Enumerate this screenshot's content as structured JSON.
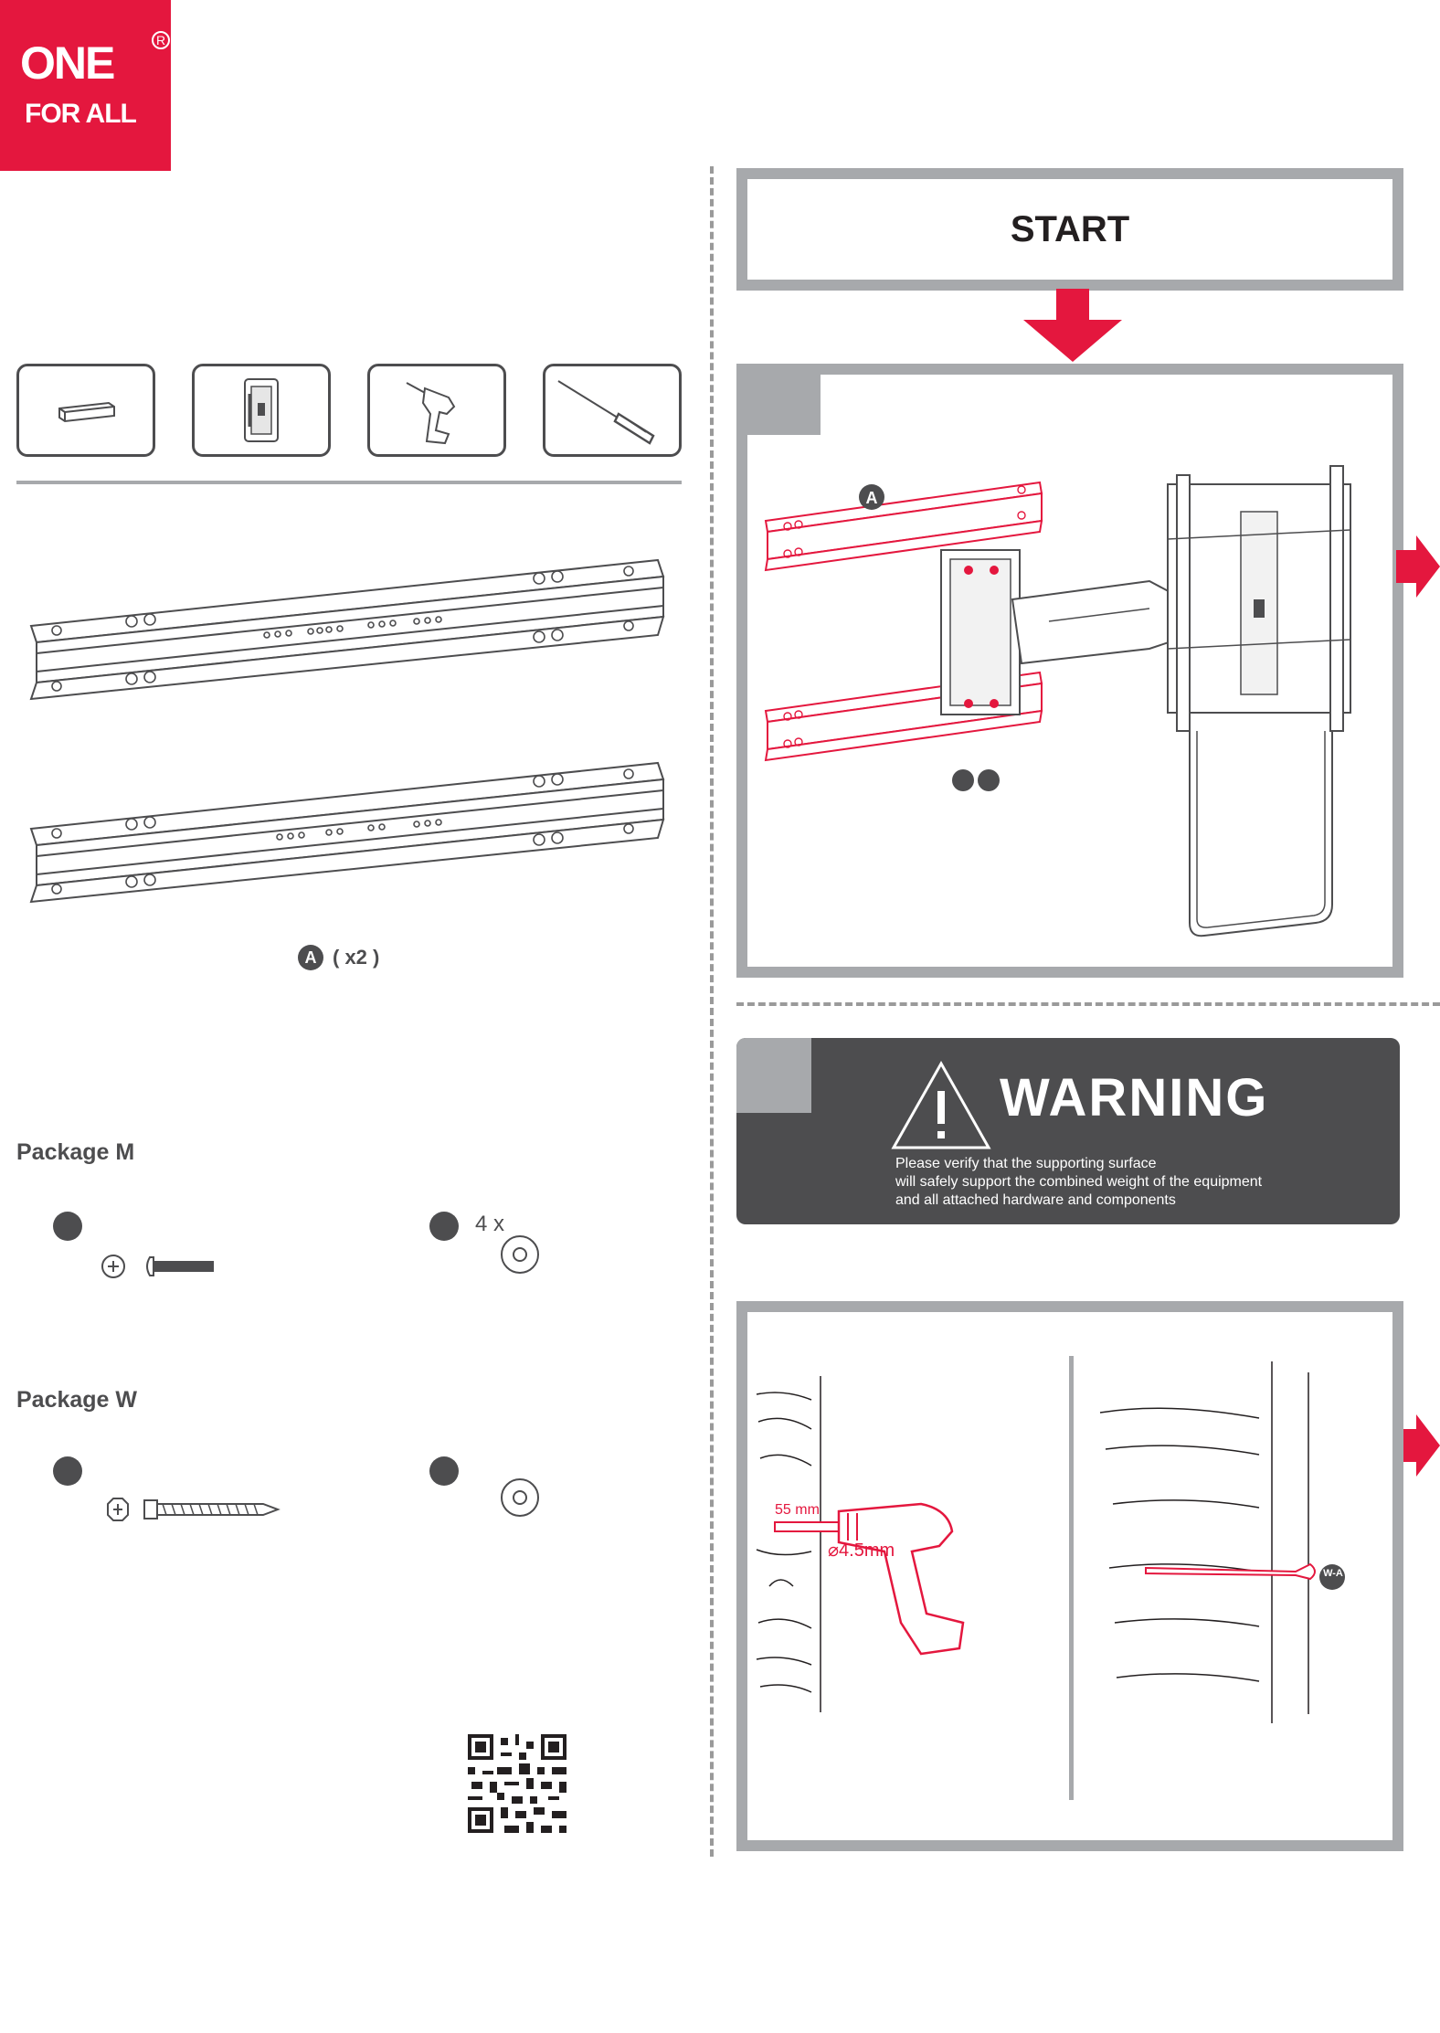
{
  "brand": {
    "logo_line1": "ONE",
    "logo_line2": "FOR ALL",
    "registered": "R"
  },
  "start": {
    "label": "START"
  },
  "part_a": {
    "badge": "A",
    "quantity": "( x2 )"
  },
  "step1": {
    "part_badge": "A"
  },
  "warning": {
    "title": "WARNING",
    "lines": [
      "Please verify that the supporting surface",
      "will safely support the combined weight of the equipment",
      "and all attached hardware and components"
    ]
  },
  "package_m": {
    "title": "Package M",
    "item2_qty": "4 x"
  },
  "package_w": {
    "title": "Package W"
  },
  "drill_step": {
    "depth": "55 mm",
    "diameter": "⌀4.5mm",
    "screw_badge": "W-A"
  },
  "colors": {
    "brand_red": "#e4173e",
    "frame_grey": "#a7a9ac",
    "dark_grey": "#4d4d4f"
  },
  "tools": [
    "level-icon",
    "wall-plate-icon",
    "drill-icon",
    "screwdriver-icon"
  ]
}
